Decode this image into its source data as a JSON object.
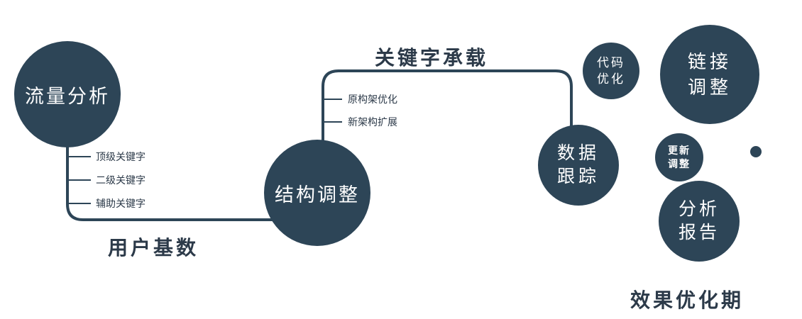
{
  "colors": {
    "primary": "#2d4557",
    "text_dark": "#2c3a49",
    "node_text": "#ffffff"
  },
  "nodes": {
    "traffic": {
      "label": "流量分析"
    },
    "structure": {
      "label": "结构调整"
    },
    "data_tracking": {
      "line1": "数据",
      "line2": "跟踪"
    },
    "code_optimize": {
      "line1": "代码",
      "line2": "优化"
    },
    "link_adjust": {
      "line1": "链接",
      "line2": "调整"
    },
    "update_adjust": {
      "line1": "更新",
      "line2": "调整"
    },
    "analysis_report": {
      "line1": "分析",
      "line2": "报告"
    }
  },
  "edges": {
    "user_base": "用户基数",
    "keyword_carry": "关键字承载"
  },
  "branches": {
    "left": [
      "顶级关键字",
      "二级关键字",
      "辅助关键字"
    ],
    "mid": [
      "原构架优化",
      "新架构扩展"
    ]
  },
  "footer": "效果优化期"
}
